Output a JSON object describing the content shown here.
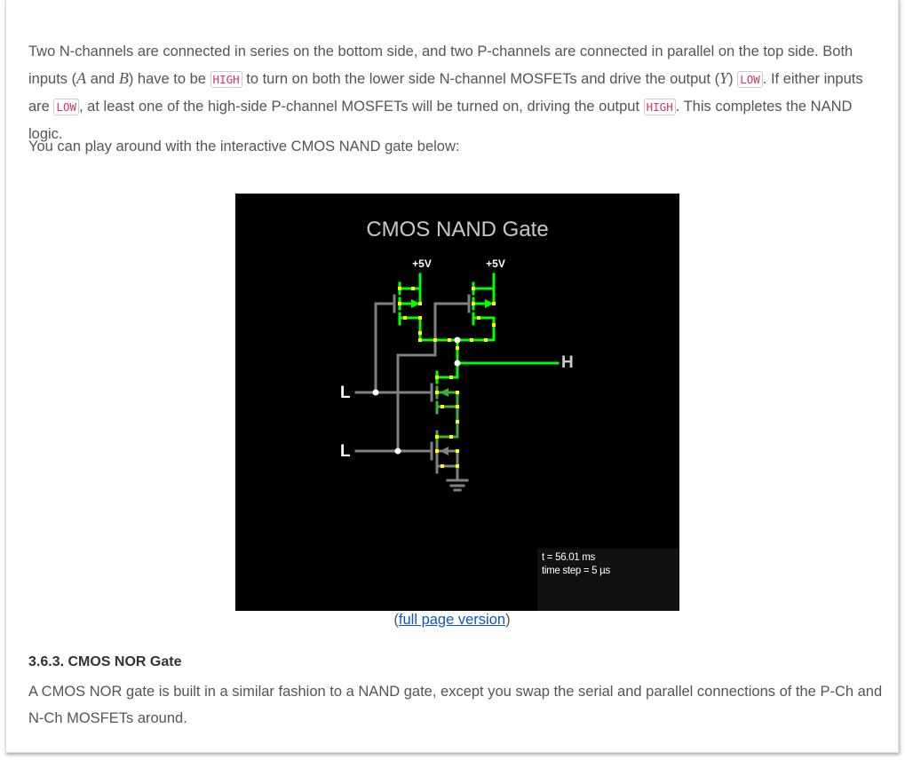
{
  "intro": {
    "t1": "Two N-channels are connected in series on the bottom side, and two P-channels are connected in parallel on the top side. Both inputs (",
    "var_a": "A",
    "t2": " and ",
    "var_b": "B",
    "t3": ") have to be ",
    "code_high_1": "HIGH",
    "t4": " to turn on both the lower side N-channel MOSFETs and drive the output (",
    "var_y": "Y",
    "t5": ") ",
    "code_low_1": "LOW",
    "t6": ". If either inputs are ",
    "code_low_2": "LOW",
    "t7": ", at least one of the high-side P-channel MOSFETs will be turned on, driving the output ",
    "code_high_2": "HIGH",
    "t8": ". This completes the NAND logic."
  },
  "play_text": "You can play around with the interactive CMOS NAND gate below:",
  "sim": {
    "title": "CMOS NAND Gate",
    "supply_label_1": "+5V",
    "supply_label_2": "+5V",
    "input_a_state": "L",
    "input_b_state": "L",
    "output_state": "H",
    "time": "t = 56.01 ms",
    "time_step": "time step = 5 µs",
    "colors": {
      "high": "#00ff00",
      "mid": "#3fae3f",
      "low": "#808080",
      "current": "#ffff00"
    }
  },
  "caption": {
    "open": "(",
    "link": "full page version",
    "close": ")"
  },
  "section": {
    "heading": "3.6.3.  CMOS NOR Gate",
    "body": "A CMOS NOR gate is built in a similar fashion to a NAND gate, except you swap the serial and parallel connections of the P-Ch and N-Ch MOSFETs around."
  }
}
